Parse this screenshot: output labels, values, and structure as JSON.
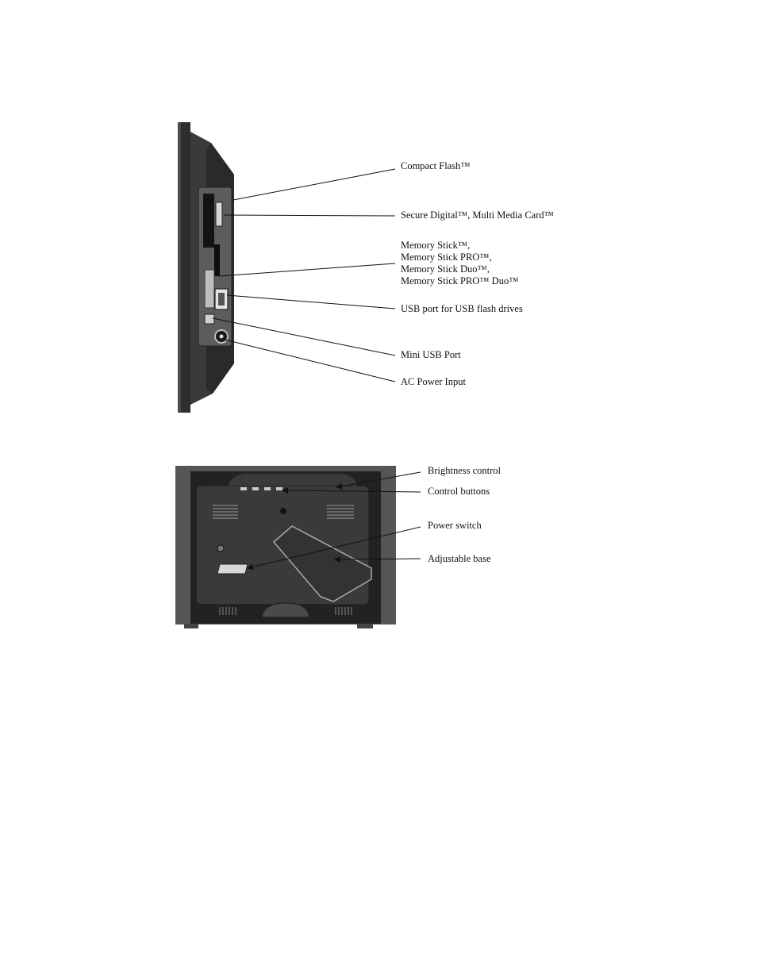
{
  "side_view": {
    "callouts": [
      {
        "id": "compact-flash",
        "text": "Compact Flash™"
      },
      {
        "id": "secure-digital",
        "text": "Secure Digital™, Multi Media Card™"
      },
      {
        "id": "memory-stick",
        "text": "Memory Stick™,\nMemory Stick PRO™,\nMemory Stick Duo™,\nMemory Stick PRO™ Duo™"
      },
      {
        "id": "usb-port",
        "text": "USB port for USB flash drives"
      },
      {
        "id": "mini-usb",
        "text": "Mini USB Port"
      },
      {
        "id": "ac-power",
        "text": "AC Power Input"
      }
    ]
  },
  "back_view": {
    "callouts": [
      {
        "id": "brightness-control",
        "text": "Brightness control"
      },
      {
        "id": "control-buttons",
        "text": "Control buttons"
      },
      {
        "id": "power-switch",
        "text": "Power switch"
      },
      {
        "id": "adjustable-base",
        "text": "Adjustable base"
      }
    ]
  },
  "colors": {
    "device_dark": "#2b2b2b",
    "device_mid": "#555555",
    "device_light": "#8a8a8a",
    "line": "#111111"
  }
}
